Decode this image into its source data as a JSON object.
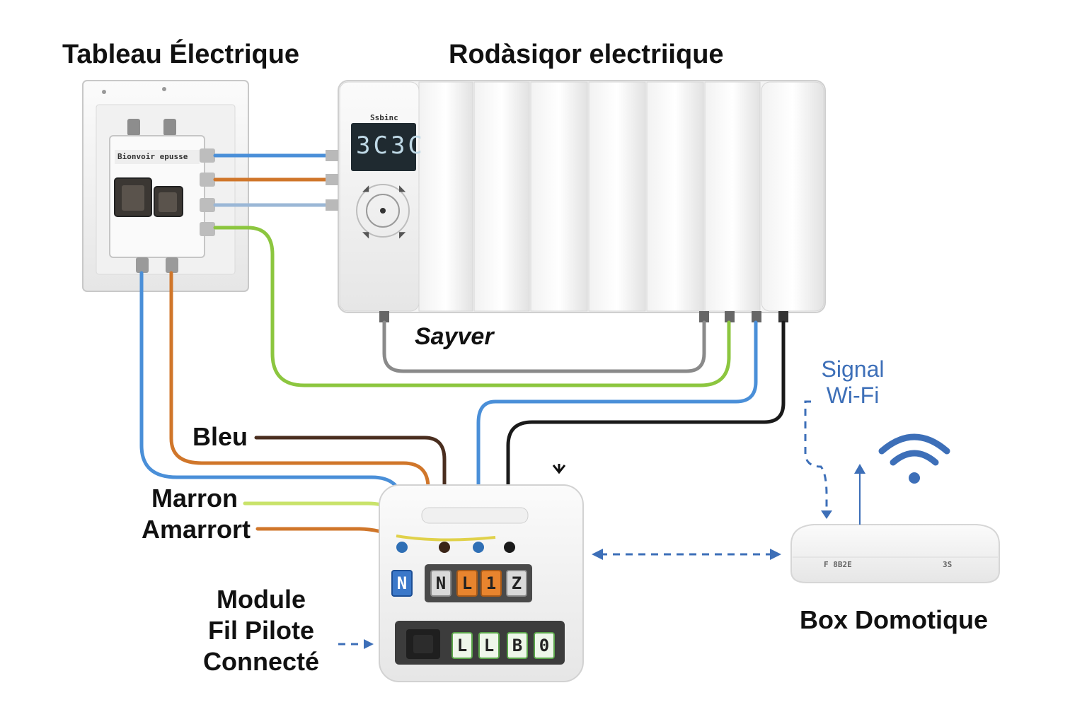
{
  "labels": {
    "panel_title": "Tableau Électrique",
    "radiator_title": "Rodàsiqor electriique",
    "router_title": "Box Domotique",
    "module_title_1": "Module",
    "module_title_2": "Fil Pilote",
    "module_title_3": "Connecté",
    "wire_bleu": "Bleu",
    "wire_marron": "Marron",
    "wire_amarrort": "Amarrort",
    "sauver": "Sayver",
    "signal_1": "Signal",
    "signal_2": "Wi-Fi"
  },
  "panel": {
    "breaker_text": "Bionvoir epusse"
  },
  "radiator": {
    "brand": "Ssbinc",
    "display": "3C3C"
  },
  "module": {
    "top_terminals": [
      "N",
      "N",
      "L",
      "1",
      "Z"
    ],
    "bottom_terminals": [
      "L",
      "L",
      "B",
      "0"
    ]
  },
  "router": {
    "label": "F 8B2E",
    "port_label": "3S"
  },
  "colors": {
    "wire_blue": "#4a8fd8",
    "wire_brown": "#d0762a",
    "wire_dark_brown": "#4a2e1f",
    "wire_green": "#8cc63f",
    "wire_gray": "#8a8a8a",
    "wire_black": "#1a1a1a",
    "wifi_blue": "#3d6fb8",
    "terminal_orange": "#e8842e"
  }
}
